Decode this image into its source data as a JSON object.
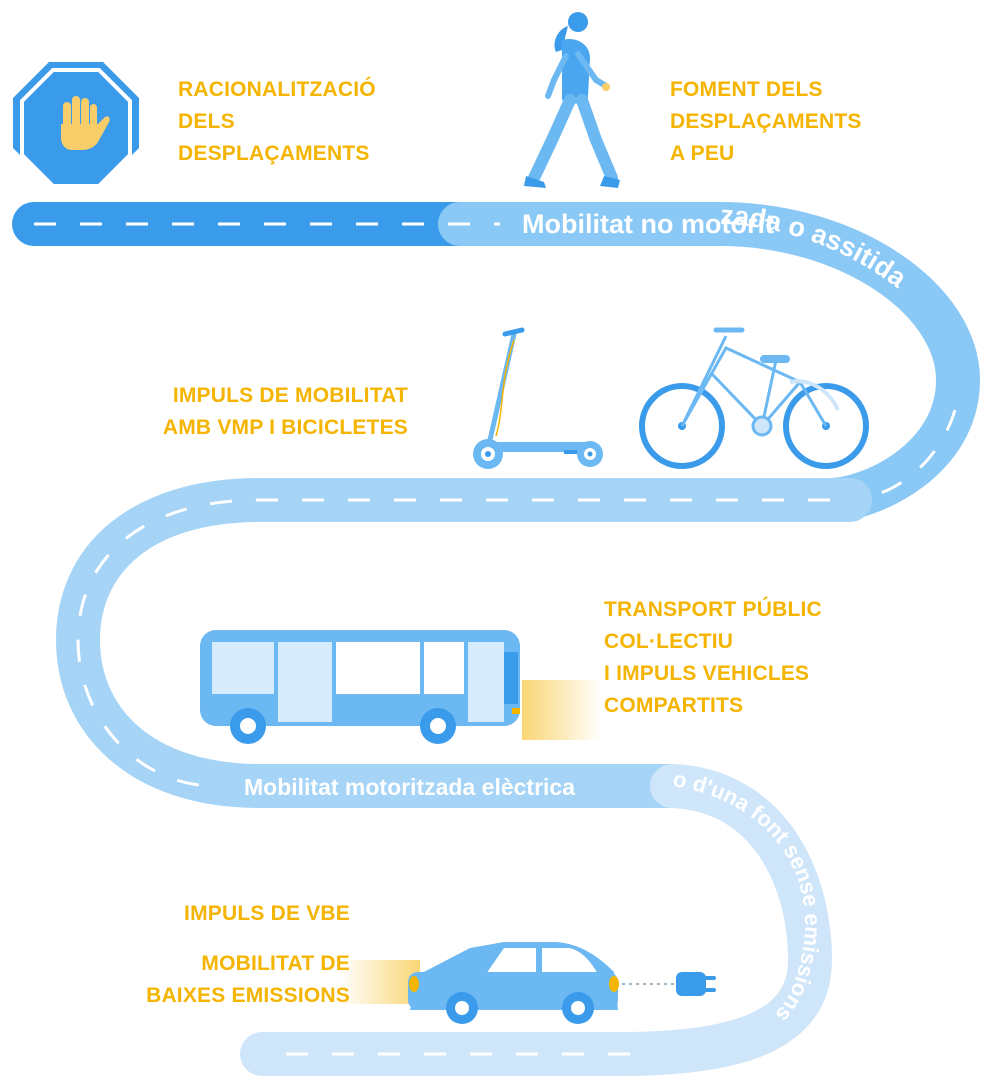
{
  "colors": {
    "road_dark": "#3a9bea",
    "road_mid": "#8ac8f5",
    "road_light": "#cfe6fa",
    "accent": "#f4b400",
    "vehicle": "#6bb8f2",
    "vehicle_dark": "#3f94e0",
    "white": "#ffffff"
  },
  "labels": {
    "rationalization": [
      "RACIONALITZACIÓ",
      "DELS",
      "DESPLAÇAMENTS"
    ],
    "walking": [
      "FOMENT DELS",
      "DESPLAÇAMENTS",
      "A PEU"
    ],
    "vmp": [
      "IMPULS DE MOBILITAT",
      "AMB VMP I BICICLETES"
    ],
    "public_transport": [
      "TRANSPORT PÚBLIC",
      "COL·LECTIU",
      "I IMPULS VEHICLES",
      "COMPARTITS"
    ],
    "vbe": "IMPULS DE VBE",
    "low_emissions": [
      "MOBILITAT DE",
      "BAIXES EMISSIONS"
    ]
  },
  "road_text": {
    "non_motorized_straight": "Mobilitat no motorit",
    "non_motorized_curve": "zada o assitida",
    "electric_straight": "Mobilitat motoritzada elèctrica",
    "electric_curve": "o d'una font sense emissions"
  },
  "icons": [
    "stop-hand-icon",
    "walking-person-icon",
    "scooter-icon",
    "bicycle-icon",
    "bus-icon",
    "car-icon",
    "plug-icon"
  ]
}
